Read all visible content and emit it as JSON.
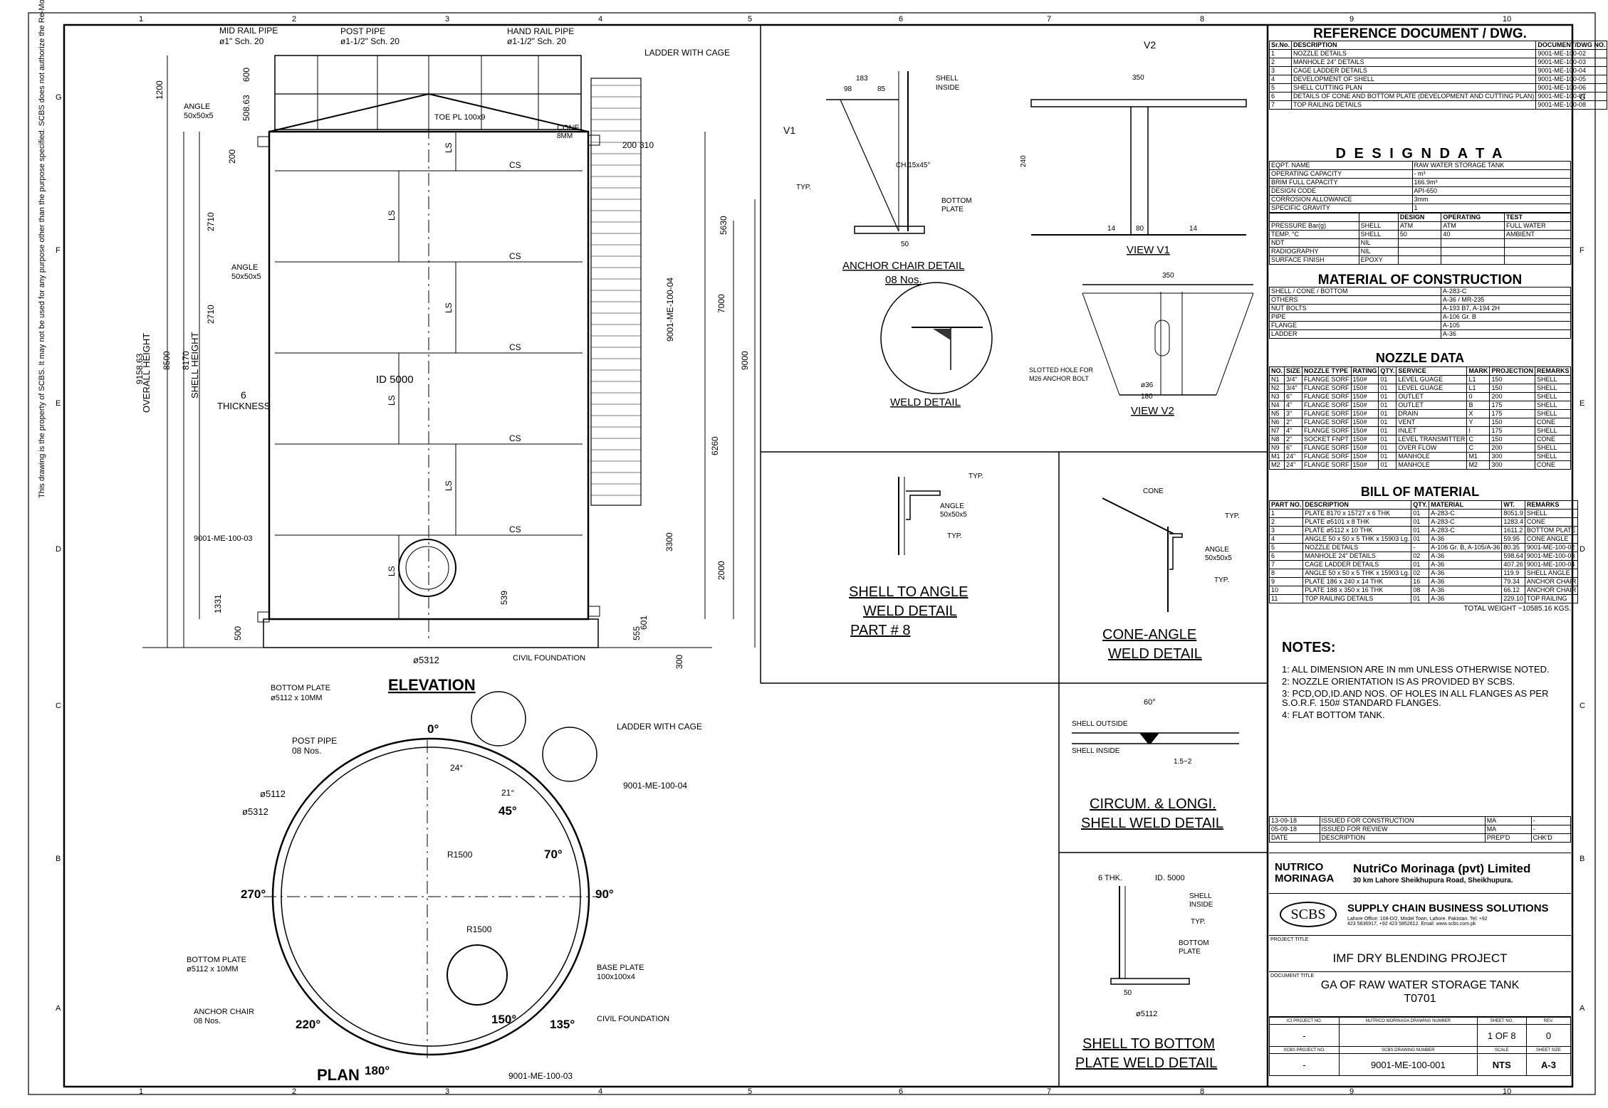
{
  "border": {
    "col_numbers": [
      "1",
      "2",
      "3",
      "4",
      "5",
      "6",
      "7",
      "8",
      "9",
      "10"
    ],
    "row_letters": [
      "G",
      "F",
      "E",
      "D",
      "C",
      "B",
      "A"
    ]
  },
  "side_note": "This drawing is the property of SCBS. It may not be used for any purpose other than the purpose specified. SCBS does not authorize the Re-Modification or conveyance of any information contained herein without prior written permission.",
  "elevation": {
    "title": "ELEVATION",
    "labels": {
      "mid_rail": "MID RAIL PIPE",
      "mid_rail_size": "ø1\" Sch. 20",
      "post_pipe": "POST PIPE",
      "post_pipe_size": "ø1-1/2\" Sch. 20",
      "hand_rail": "HAND RAIL PIPE",
      "hand_rail_size": "ø1-1/2\" Sch. 20",
      "ladder": "LADDER WITH CAGE",
      "angle_top": "ANGLE",
      "angle_top_size": "50x50x5",
      "angle_mid": "ANGLE",
      "angle_mid_size": "50x50x5",
      "toe_pl": "TOE PL 100x9",
      "cone": "CONE",
      "cone_thk": "8MM",
      "id": "ID 5000",
      "thickness_val": "6",
      "thickness": "THICKNESS",
      "shell_height": "SHELL HEIGHT",
      "overall_height": "OVERALL HEIGHT",
      "doc_ref": "9001-ME-100-03",
      "doc_ref_ladder": "9001-ME-100-04",
      "civil": "CIVIL FOUNDATION",
      "bottom_plate": "BOTTOM PLATE",
      "bottom_plate_size": "ø5112 x 10MM",
      "diam": "ø5312",
      "cs": "CS",
      "ls": "LS"
    },
    "dims": [
      "1200",
      "600",
      "508.63",
      "200",
      "2710",
      "2710",
      "8170",
      "8500",
      "9158.63",
      "1331",
      "500",
      "5630",
      "7000",
      "9000",
      "6260",
      "3300",
      "2000",
      "555",
      "601",
      "539",
      "200",
      "310",
      "300"
    ]
  },
  "plan": {
    "title": "PLAN",
    "angles": [
      "0°",
      "45°",
      "70°",
      "90°",
      "135°",
      "150°",
      "180°",
      "220°",
      "270°"
    ],
    "labels": {
      "post_pipe": "POST PIPE",
      "post_nos": "08 Nos.",
      "ladder": "LADDER WITH CAGE",
      "doc": "9001-ME-100-04",
      "doc2": "9001-ME-100-03",
      "d1": "ø5112",
      "d2": "ø5312",
      "r1": "R1500",
      "r2": "R1500",
      "a24": "24°",
      "a21": "21°",
      "bottom_plate": "BOTTOM PLATE",
      "bottom_size": "ø5112 x 10MM",
      "anchor": "ANCHOR CHAIR",
      "anchor_nos": "08 Nos.",
      "base_plate": "BASE PLATE",
      "base_size": "100x100x4",
      "civil": "CIVIL FOUNDATION"
    }
  },
  "details": {
    "anchor_chair": "ANCHOR CHAIR DETAIL",
    "anchor_nos": "08 Nos.",
    "weld": "WELD DETAIL",
    "view_v1": "VIEW V1",
    "view_v2": "VIEW V2",
    "v1": "V1",
    "v2": "V2",
    "slotted": "SLOTTED HOLE FOR",
    "slotted2": "M26 ANCHOR BOLT",
    "shell_angle_1": "SHELL TO ANGLE",
    "shell_angle_2": "WELD DETAIL",
    "shell_angle_3": "PART # 8",
    "cone_angle_1": "CONE-ANGLE",
    "cone_angle_2": "WELD DETAIL",
    "circ_1": "CIRCUM. & LONGI.",
    "circ_2": "SHELL WELD DETAIL",
    "sb_1": "SHELL TO BOTTOM",
    "sb_2": "PLATE WELD DETAIL",
    "shell_outside": "SHELL OUTSIDE",
    "shell_inside": "SHELL INSIDE",
    "ch": "CH.15x45°",
    "bottom_plate": "BOTTOM",
    "plate": "PLATE",
    "shell": "SHELL",
    "inside": "INSIDE",
    "typ": "TYP.",
    "angle": "ANGLE",
    "angle_size": "50x50x5",
    "cone": "CONE",
    "thk6": "6 THK.",
    "id5000": "ID. 5000",
    "d5112": "ø5112",
    "deg60": "60°",
    "dim183": "183",
    "dim98": "98",
    "dim85": "85",
    "dim350": "350",
    "dim240": "240",
    "dim80": "80",
    "dim14": "14",
    "dim50": "50",
    "dim180": "180",
    "dim36": "ø36",
    "dim15": "1.5~2"
  },
  "reference": {
    "title": "REFERENCE DOCUMENT / DWG.",
    "head": [
      "Sr.No.",
      "DESCRIPTION",
      "DOCUMENT/DWG NO."
    ],
    "rows": [
      [
        "1",
        "NOZZLE DETAILS",
        "9001-ME-100-02"
      ],
      [
        "2",
        "MANHOLE 24\" DETAILS",
        "9001-ME-100-03"
      ],
      [
        "3",
        "CAGE LADDER DETAILS",
        "9001-ME-100-04"
      ],
      [
        "4",
        "DEVELOPMENT OF SHELL",
        "9001-ME-100-05"
      ],
      [
        "5",
        "SHELL CUTTING PLAN",
        "9001-ME-100-06"
      ],
      [
        "6",
        "DETAILS OF CONE AND BOTTOM PLATE (DEVELOPMENT AND CUTTING PLAN)",
        "9001-ME-100-07"
      ],
      [
        "7",
        "TOP RAILING DETAILS",
        "9001-ME-100-08"
      ]
    ]
  },
  "design": {
    "title": "D E S I G N   D A T A",
    "rows": [
      [
        "EQPT. NAME",
        "RAW WATER STORAGE TANK"
      ],
      [
        "OPERATING CAPACITY",
        "- m³"
      ],
      [
        "BRIM FULL CAPACITY",
        "166.9m³"
      ],
      [
        "DESIGN CODE",
        "API-650"
      ],
      [
        "CORROSION ALLOWANCE",
        "3mm"
      ],
      [
        "SPECIFIC GRAVITY",
        "1"
      ]
    ],
    "cond_head": [
      "",
      "",
      "DESIGN",
      "OPERATING",
      "TEST"
    ],
    "cond_rows": [
      [
        "PRESSURE Bar(g)",
        "SHELL",
        "ATM",
        "ATM",
        "FULL WATER"
      ],
      [
        "TEMP. °C",
        "SHELL",
        "50",
        "40",
        "AMBIENT"
      ],
      [
        "NDT",
        "NIL",
        "",
        "",
        ""
      ],
      [
        "RADIOGRAPHY",
        "NIL",
        "",
        "",
        ""
      ],
      [
        "SURFACE FINISH",
        "EPOXY",
        "",
        "",
        ""
      ]
    ]
  },
  "moc": {
    "title": "MATERIAL OF CONSTRUCTION",
    "rows": [
      [
        "SHELL / CONE / BOTTOM",
        "A-283-C"
      ],
      [
        "OTHERS",
        "A-36 / MR-235"
      ],
      [
        "NUT BOLTS",
        "A-193 B7, A-194 2H"
      ],
      [
        "PIPE",
        "A-106 Gr. B"
      ],
      [
        "FLANGE",
        "A-105"
      ],
      [
        "LADDER",
        "A-36"
      ]
    ]
  },
  "nozzle": {
    "title": "NOZZLE DATA",
    "head": [
      "NO.",
      "SIZE",
      "NOZZLE TYPE",
      "RATING",
      "QTY.",
      "SERVICE",
      "MARK",
      "PROJECTION",
      "REMARKS"
    ],
    "rows": [
      [
        "N1",
        "3/4\"",
        "FLANGE SORF",
        "150#",
        "01",
        "LEVEL GUAGE",
        "L1",
        "150",
        "SHELL"
      ],
      [
        "N2",
        "3/4\"",
        "FLANGE SORF",
        "150#",
        "01",
        "LEVEL GUAGE",
        "L1",
        "150",
        "SHELL"
      ],
      [
        "N3",
        "6\"",
        "FLANGE SORF",
        "150#",
        "01",
        "OUTLET",
        "0",
        "200",
        "SHELL"
      ],
      [
        "N4",
        "4\"",
        "FLANGE SORF",
        "150#",
        "01",
        "OUTLET",
        "B",
        "175",
        "SHELL"
      ],
      [
        "N5",
        "3\"",
        "FLANGE SORF",
        "150#",
        "01",
        "DRAIN",
        "X",
        "175",
        "SHELL"
      ],
      [
        "N6",
        "2\"",
        "FLANGE SORF",
        "150#",
        "01",
        "VENT",
        "Y",
        "150",
        "CONE"
      ],
      [
        "N7",
        "4\"",
        "FLANGE SORF",
        "150#",
        "01",
        "INLET",
        "I",
        "175",
        "SHELL"
      ],
      [
        "N8",
        "2\"",
        "SOCKET FNPT",
        "150#",
        "01",
        "LEVEL TRANSMITTER",
        "C",
        "150",
        "CONE"
      ],
      [
        "N9",
        "6\"",
        "FLANGE SORF",
        "150#",
        "01",
        "OVER FLOW",
        "C",
        "200",
        "SHELL"
      ],
      [
        "M1",
        "24\"",
        "FLANGE SORF",
        "150#",
        "01",
        "MANHOLE",
        "M1",
        "300",
        "SHELL"
      ],
      [
        "M2",
        "24\"",
        "FLANGE SORF",
        "150#",
        "01",
        "MANHOLE",
        "M2",
        "300",
        "CONE"
      ]
    ]
  },
  "bom": {
    "title": "BILL OF MATERIAL",
    "head": [
      "PART NO.",
      "DESCRIPTION",
      "QTY.",
      "MATERIAL",
      "WT.",
      "REMARKS"
    ],
    "rows": [
      [
        "1",
        "PLATE 8170 x 15727 x 6 THK",
        "01",
        "A-283-C",
        "8051.9",
        "SHELL"
      ],
      [
        "2",
        "PLATE ø5101 x 8 THK",
        "01",
        "A-283-C",
        "1283.4",
        "CONE"
      ],
      [
        "3",
        "PLATE ø5112 x 10 THK",
        "01",
        "A-283-C",
        "1611.2",
        "BOTTOM PLATE"
      ],
      [
        "4",
        "ANGLE 50 x 50 x 5 THK x 15903 Lg.",
        "01",
        "A-36",
        "59.95",
        "CONE ANGLE"
      ],
      [
        "5",
        "NOZZLE DETAILS",
        "-",
        "A-106 Gr. B, A-105/A-36",
        "80.35",
        "9001-ME-100-02"
      ],
      [
        "6",
        "MANHOLE 24\" DETAILS",
        "02",
        "A-36",
        "598.64",
        "9001-ME-100-03"
      ],
      [
        "7",
        "CAGE LADDER DETAILS",
        "01",
        "A-36",
        "407.26",
        "9001-ME-100-04"
      ],
      [
        "8",
        "ANGLE 50 x 50 x 5 THK x 15903 Lg.",
        "02",
        "A-36",
        "119.9",
        "SHELL ANGLE"
      ],
      [
        "9",
        "PLATE 186 x 240 x 14 THK",
        "16",
        "A-36",
        "79.34",
        "ANCHOR CHAIR"
      ],
      [
        "10",
        "PLATE 188 x 350 x 16 THK",
        "08",
        "A-36",
        "66.12",
        "ANCHOR CHAIR"
      ],
      [
        "11",
        "TOP RAILING DETAILS",
        "01",
        "A-36",
        "229.10",
        "TOP RAILING"
      ]
    ],
    "total": "TOTAL WEIGHT ~10585.16 KGS."
  },
  "notes": {
    "title": "NOTES:",
    "items": [
      "1: ALL DIMENSION ARE IN mm UNLESS OTHERWISE NOTED.",
      "2: NOZZLE ORIENTATION IS AS PROVIDED BY SCBS.",
      "3: PCD,OD,ID.AND NOS. OF HOLES IN ALL FLANGES AS PER S.O.R.F. 150# STANDARD FLANGES.",
      "4: FLAT BOTTOM TANK."
    ]
  },
  "revisions": {
    "rows": [
      [
        "13-09-18",
        "ISSUED FOR CONSTRUCTION",
        "MA",
        "-"
      ],
      [
        "05-09-18",
        "ISSUED FOR REVIEW",
        "MA",
        "-"
      ]
    ],
    "head": [
      "DATE",
      "DESCRIPTION",
      "PREP'D",
      "CHK'D"
    ]
  },
  "title_block": {
    "client_logo": "NUTRICO MORINAGA",
    "client_name": "NutriCo Morinaga (pvt) Limited",
    "client_addr": "30 km Lahore Sheikhupura Road, Sheikhupura.",
    "company_logo": "SCBS",
    "company_name": "SUPPLY CHAIN BUSINESS SOLUTIONS",
    "company_addr": "Lahore Office: 108-D/2, Model Town, Lahore. Pakistan. Tel: +92 423 5836917, +92 423 5852612. Email: www.scbs.com.pk",
    "project_label": "PROJECT TITLE",
    "project": "IMF DRY BLENDING PROJECT",
    "doc_label": "DOCUMENT TITLE",
    "doc_title_1": "GA OF RAW WATER STORAGE TANK",
    "doc_title_2": "T0701",
    "proj_no_label": "ICI PROJECT NO.",
    "client_dwg_label": "NUTRICO MORINAGA DRAWING NUMBER",
    "sheet_label": "SHEET NO.",
    "rev_label": "REV.",
    "proj_no": "-",
    "sheet": "1 OF 8",
    "rev": "0",
    "scbs_proj_label": "SCBS PROJECT NO.",
    "scbs_dwg_label": "SCBS DRAWING NUMBER",
    "scale_label": "SCALE",
    "size_label": "SHEET SIZE",
    "scbs_proj": "-",
    "scbs_dwg": "9001-ME-100-001",
    "scale": "NTS",
    "size": "A-3"
  }
}
